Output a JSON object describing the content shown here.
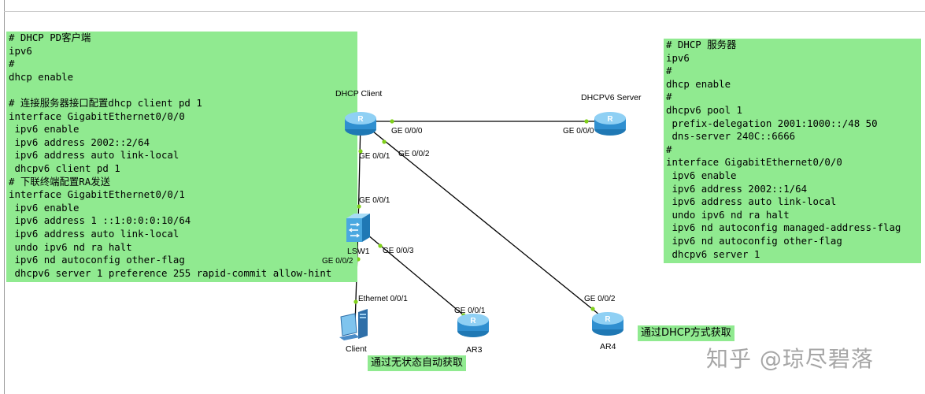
{
  "client_config": {
    "lines": [
      "# DHCP PD客户端",
      "ipv6",
      "#",
      "dhcp enable",
      "",
      "# 连接服务器接口配置dhcp client pd 1",
      "interface GigabitEthernet0/0/0",
      " ipv6 enable",
      " ipv6 address 2002::2/64",
      " ipv6 address auto link-local",
      " dhcpv6 client pd 1",
      "# 下联终端配置RA发送",
      "interface GigabitEthernet0/0/1",
      " ipv6 enable",
      " ipv6 address 1 ::1:0:0:0:10/64",
      " ipv6 address auto link-local",
      " undo ipv6 nd ra halt",
      " ipv6 nd autoconfig other-flag",
      " dhcpv6 server 1 preference 255 rapid-commit allow-hint"
    ]
  },
  "server_config": {
    "lines": [
      "# DHCP 服务器",
      "ipv6",
      "#",
      "dhcp enable",
      "#",
      "dhcpv6 pool 1",
      " prefix-delegation 2001:1000::/48 50",
      " dns-server 240C::6666",
      "#",
      "interface GigabitEthernet0/0/0",
      " ipv6 enable",
      " ipv6 address 2002::1/64",
      " ipv6 address auto link-local",
      " undo ipv6 nd ra halt",
      " ipv6 nd autoconfig managed-address-flag",
      " ipv6 nd autoconfig other-flag",
      " dhcpv6 server 1"
    ]
  },
  "devices": {
    "dhcp_client": "DHCP Client",
    "dhcpv6_server": "DHCPV6 Server",
    "lsw1": "LSW1",
    "client": "Client",
    "ar3": "AR3",
    "ar4": "AR4"
  },
  "ports": {
    "client_g000": "GE 0/0/0",
    "server_g000": "GE 0/0/0",
    "client_g001": "GE 0/0/1",
    "client_g002": "GE 0/0/2",
    "lsw_g001": "GE 0/0/1",
    "lsw_g002": "GE 0/0/2",
    "lsw_g003": "GE 0/0/3",
    "pc_eth": "Ethernet 0/0/1",
    "ar3_g001": "GE 0/0/1",
    "ar4_g002": "GE 0/0/2"
  },
  "notes": {
    "stateless": "通过无状态自动获取",
    "dhcp": "通过DHCP方式获取"
  },
  "watermark": "知乎 @琼尽碧落",
  "colors": {
    "config_bg": "#90ea90",
    "router": "#3aa0d8",
    "link": "#000000",
    "port_dot": "#7fd01a"
  }
}
